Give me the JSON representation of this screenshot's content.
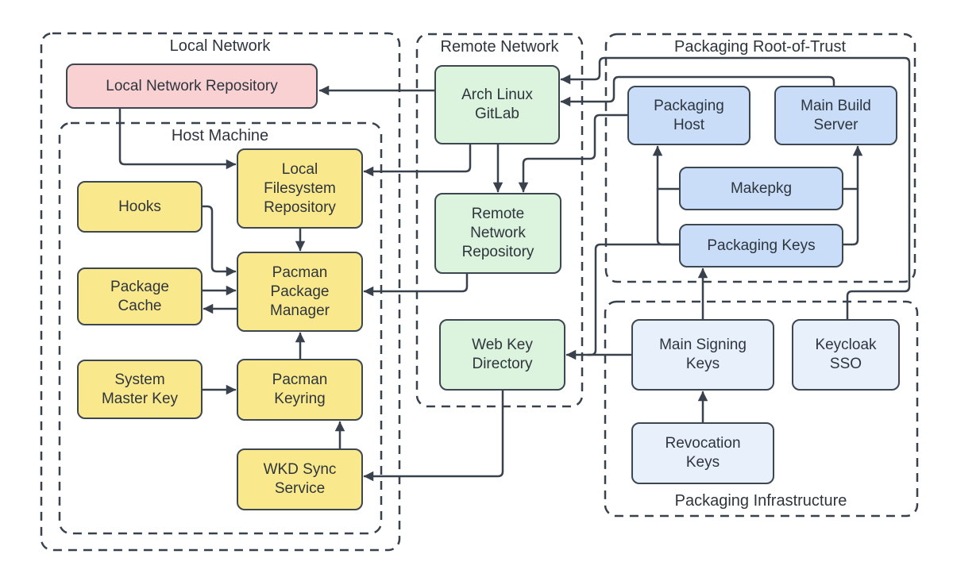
{
  "groups": {
    "local_network": {
      "label": "Local Network"
    },
    "host_machine": {
      "label": "Host Machine"
    },
    "remote_network": {
      "label": "Remote Network"
    },
    "packaging_root_of_trust": {
      "label": "Packaging Root-of-Trust"
    },
    "packaging_infrastructure": {
      "label": "Packaging Infrastructure"
    }
  },
  "nodes": {
    "local_network_repository": {
      "label": "Local Network Repository",
      "group": "local_network"
    },
    "local_filesystem_repository": {
      "label": "Local\nFilesystem\nRepository",
      "group": "host_machine"
    },
    "hooks": {
      "label": "Hooks",
      "group": "host_machine"
    },
    "package_cache": {
      "label": "Package\nCache",
      "group": "host_machine"
    },
    "pacman_package_manager": {
      "label": "Pacman\nPackage\nManager",
      "group": "host_machine"
    },
    "system_master_key": {
      "label": "System\nMaster Key",
      "group": "host_machine"
    },
    "pacman_keyring": {
      "label": "Pacman\nKeyring",
      "group": "host_machine"
    },
    "wkd_sync_service": {
      "label": "WKD Sync\nService",
      "group": "host_machine"
    },
    "arch_linux_gitlab": {
      "label": "Arch Linux\nGitLab",
      "group": "remote_network"
    },
    "remote_network_repository": {
      "label": "Remote\nNetwork\nRepository",
      "group": "remote_network"
    },
    "web_key_directory": {
      "label": "Web Key\nDirectory",
      "group": "remote_network"
    },
    "packaging_host": {
      "label": "Packaging\nHost",
      "group": "packaging_root_of_trust"
    },
    "main_build_server": {
      "label": "Main Build\nServer",
      "group": "packaging_root_of_trust"
    },
    "makepkg": {
      "label": "Makepkg",
      "group": "packaging_root_of_trust"
    },
    "packaging_keys": {
      "label": "Packaging Keys",
      "group": "packaging_root_of_trust"
    },
    "main_signing_keys": {
      "label": "Main Signing\nKeys",
      "group": "packaging_infrastructure"
    },
    "keycloak_sso": {
      "label": "Keycloak\nSSO",
      "group": "packaging_infrastructure"
    },
    "revocation_keys": {
      "label": "Revocation\nKeys",
      "group": "packaging_infrastructure"
    }
  },
  "edges": [
    {
      "from": "arch_linux_gitlab",
      "to": "local_network_repository"
    },
    {
      "from": "local_network_repository",
      "to": "local_filesystem_repository"
    },
    {
      "from": "arch_linux_gitlab",
      "to": "local_filesystem_repository"
    },
    {
      "from": "local_filesystem_repository",
      "to": "pacman_package_manager"
    },
    {
      "from": "hooks",
      "to": "pacman_package_manager"
    },
    {
      "from": "package_cache",
      "to": "pacman_package_manager"
    },
    {
      "from": "pacman_package_manager",
      "to": "package_cache"
    },
    {
      "from": "system_master_key",
      "to": "pacman_keyring"
    },
    {
      "from": "pacman_keyring",
      "to": "pacman_package_manager"
    },
    {
      "from": "wkd_sync_service",
      "to": "pacman_keyring"
    },
    {
      "from": "arch_linux_gitlab",
      "to": "remote_network_repository"
    },
    {
      "from": "packaging_host",
      "to": "remote_network_repository"
    },
    {
      "from": "remote_network_repository",
      "to": "pacman_package_manager"
    },
    {
      "from": "web_key_directory",
      "to": "wkd_sync_service"
    },
    {
      "from": "keycloak_sso",
      "to": "arch_linux_gitlab"
    },
    {
      "from": "main_build_server",
      "to": "arch_linux_gitlab"
    },
    {
      "from": "makepkg",
      "to": "packaging_host"
    },
    {
      "from": "packaging_keys",
      "to": "packaging_host"
    },
    {
      "from": "makepkg",
      "to": "main_build_server"
    },
    {
      "from": "packaging_keys",
      "to": "main_build_server"
    },
    {
      "from": "main_signing_keys",
      "to": "packaging_keys"
    },
    {
      "from": "revocation_keys",
      "to": "main_signing_keys"
    },
    {
      "from": "main_signing_keys",
      "to": "web_key_directory"
    },
    {
      "from": "packaging_keys",
      "to": "web_key_directory"
    }
  ],
  "colors": {
    "background": "#ffffff",
    "node_border": "#3d4751",
    "connector": "#39424c",
    "text": "#2e353d",
    "pink_fill": "#f9d1d3",
    "yellow_fill": "#fae98c",
    "green_fill": "#dcf3dd",
    "blue_fill": "#c9ddf8",
    "light_blue_fill": "#e8f0fb"
  }
}
